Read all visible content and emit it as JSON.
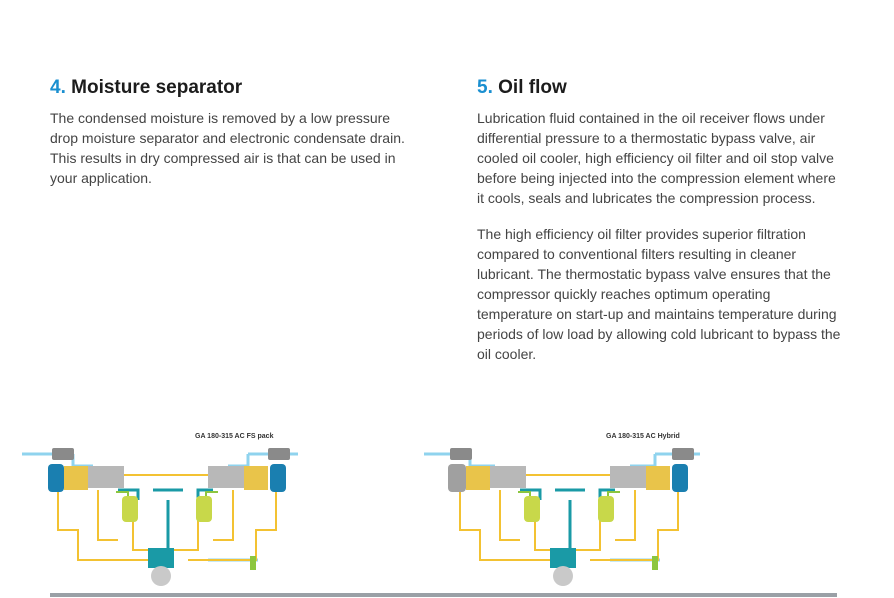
{
  "sections": [
    {
      "number": "4.",
      "title": "Moisture separator",
      "paragraphs": [
        "The condensed moisture is removed by a low pressure drop moisture separator and electronic condensate drain. This results in dry compressed air is that can be used in your application."
      ]
    },
    {
      "number": "5.",
      "title": "Oil flow",
      "paragraphs": [
        "Lubrication fluid contained in the oil receiver flows under differential pressure to a thermostatic bypass valve, air cooled oil cooler, high efficiency oil filter and oil stop valve before being injected into the compression element where it cools, seals and lubricates the compression process.",
        "The high efficiency oil filter provides superior filtration compared to conventional filters resulting in cleaner lubricant. The thermostatic bypass valve ensures that the compressor quickly reaches optimum operating temperature on start-up and maintains temperature during periods of low load by allowing cold lubricant to bypass the oil cooler."
      ]
    }
  ],
  "diagrams": [
    {
      "title": "GA 180-315 AC FS pack"
    },
    {
      "title": "GA 180-315 AC Hybrid"
    }
  ],
  "colors": {
    "accent": "#1a8fd0",
    "air": "#8fd3ee",
    "oil": "#f3c232",
    "teal": "#1a9aa6",
    "green": "#8cc63f"
  }
}
